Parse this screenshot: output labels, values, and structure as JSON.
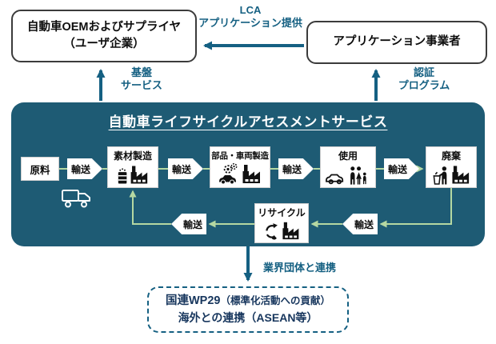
{
  "colors": {
    "panel_teal": "#1E5B74",
    "accent_teal": "#156082",
    "connector_green": "#B5D8A2",
    "navy_text": "#17365D",
    "box_border": "#3B3B3B"
  },
  "top": {
    "oem_box": {
      "line1": "自動車OEMおよびサプライヤ",
      "line2": "（ユーザ企業）"
    },
    "app_box": {
      "label": "アプリケーション事業者"
    },
    "lca_label": {
      "line1": "LCA",
      "line2": "アプリケーション提供"
    },
    "foundation_label": {
      "line1": "基盤",
      "line2": "サービス"
    },
    "certification_label": {
      "line1": "認証",
      "line2": "プログラム"
    }
  },
  "panel": {
    "title": "自動車ライフサイクルアセスメントサービス",
    "transport_label": "輸送",
    "nodes": {
      "raw_material": "原料",
      "material_mfg": "素材製造",
      "parts_vehicle_mfg": "部品・車両製造",
      "use": "使用",
      "disposal": "廃棄",
      "recycle": "リサイクル"
    },
    "icons": {
      "material_mfg": "drum-factory-icon",
      "parts_vehicle_mfg": "car-gears-factory-icon",
      "use": "car-family-icon",
      "disposal": "person-trash-factory-icon",
      "recycle": "recycle-factory-icon",
      "transport": "truck-icon"
    }
  },
  "bottom": {
    "industry_label": "業界団体と連携",
    "box": {
      "title": "国連WP29",
      "subtitle": "（標準化活動への貢献）",
      "line2": "海外との連携（ASEAN等）"
    }
  }
}
